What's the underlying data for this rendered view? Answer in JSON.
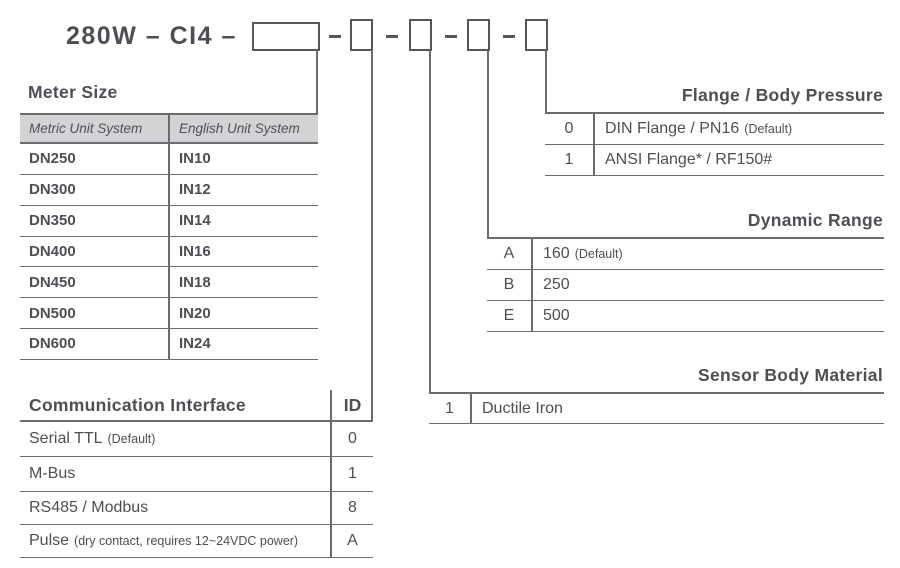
{
  "title": {
    "text": "280W – CI4 –"
  },
  "colors": {
    "text": "#4e4f54",
    "line": "#6b6c70",
    "header_bg": "#d2d3d5"
  },
  "meter_size": {
    "heading": "Meter Size",
    "columns": [
      "Metric Unit System",
      "English Unit System"
    ],
    "rows": [
      [
        "DN250",
        "IN10"
      ],
      [
        "DN300",
        "IN12"
      ],
      [
        "DN350",
        "IN14"
      ],
      [
        "DN400",
        "IN16"
      ],
      [
        "DN450",
        "IN18"
      ],
      [
        "DN500",
        "IN20"
      ],
      [
        "DN600",
        "IN24"
      ]
    ]
  },
  "communication_interface": {
    "heading": "Communication Interface",
    "id_label": "ID",
    "rows": [
      {
        "label": "Serial TTL",
        "note": "(Default)",
        "id": "0"
      },
      {
        "label": "M-Bus",
        "note": "",
        "id": "1"
      },
      {
        "label": "RS485 / Modbus",
        "note": "",
        "id": "8"
      },
      {
        "label": "Pulse",
        "note": "(dry contact, requires 12~24VDC power)",
        "id": "A"
      }
    ]
  },
  "sensor_body_material": {
    "heading": "Sensor Body Material",
    "rows": [
      {
        "code": "1",
        "label": "Ductile Iron",
        "note": ""
      }
    ]
  },
  "dynamic_range": {
    "heading": "Dynamic Range",
    "rows": [
      {
        "code": "A",
        "label": "160",
        "note": "(Default)"
      },
      {
        "code": "B",
        "label": "250",
        "note": ""
      },
      {
        "code": "E",
        "label": "500",
        "note": ""
      }
    ]
  },
  "flange_body_pressure": {
    "heading": "Flange / Body Pressure",
    "rows": [
      {
        "code": "0",
        "label": "DIN Flange / PN16",
        "note": "(Default)"
      },
      {
        "code": "1",
        "label": "ANSI Flange* / RF150#",
        "note": ""
      }
    ]
  }
}
